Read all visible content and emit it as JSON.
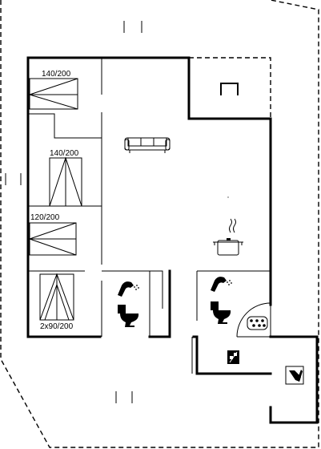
{
  "floorplan": {
    "beds": [
      {
        "label": "140/200"
      },
      {
        "label": "140/200"
      },
      {
        "label": "120/200"
      },
      {
        "label": "2x90/200"
      }
    ],
    "icons": [
      "sofa-icon",
      "cooking-pot-icon",
      "shower-icon",
      "toilet-icon",
      "stove-icon",
      "washing-machine-icon",
      "fireplace-icon",
      "outdoor-shower-icon"
    ]
  }
}
